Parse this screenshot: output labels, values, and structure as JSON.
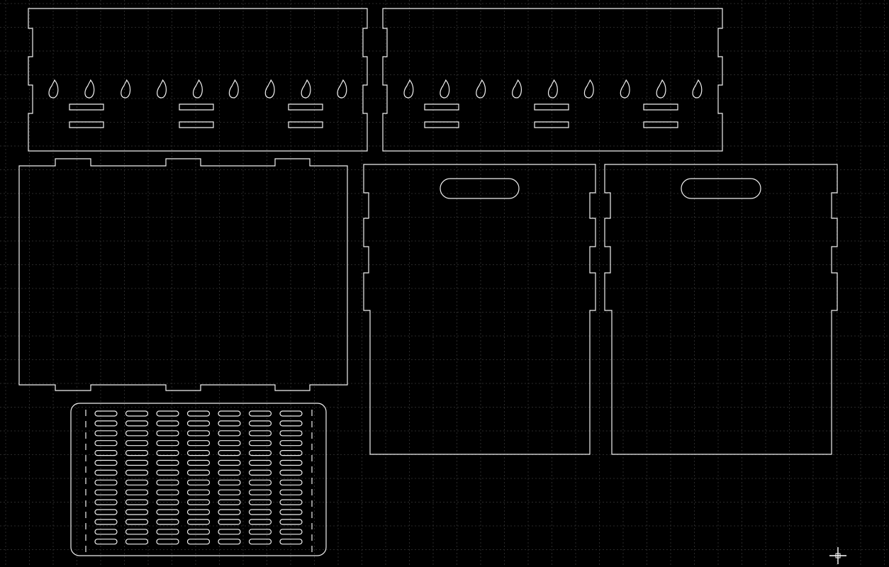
{
  "colors": {
    "background": "#000000",
    "grid": "#2a2a2a",
    "stroke": "#f0f0f0"
  },
  "panels": {
    "long_side_walls": {
      "count": 2,
      "flame_vents_per_wall": 9,
      "grate_slots_per_wall": 6
    },
    "base_plate": {
      "tabs_per_edge": 3
    },
    "end_walls": {
      "count": 2,
      "handle_slots_per_wall": 1
    },
    "ash_grate": {
      "slot_columns": 7,
      "slot_rows": 14
    }
  },
  "icons": {
    "cursor": "crosshair-icon"
  }
}
